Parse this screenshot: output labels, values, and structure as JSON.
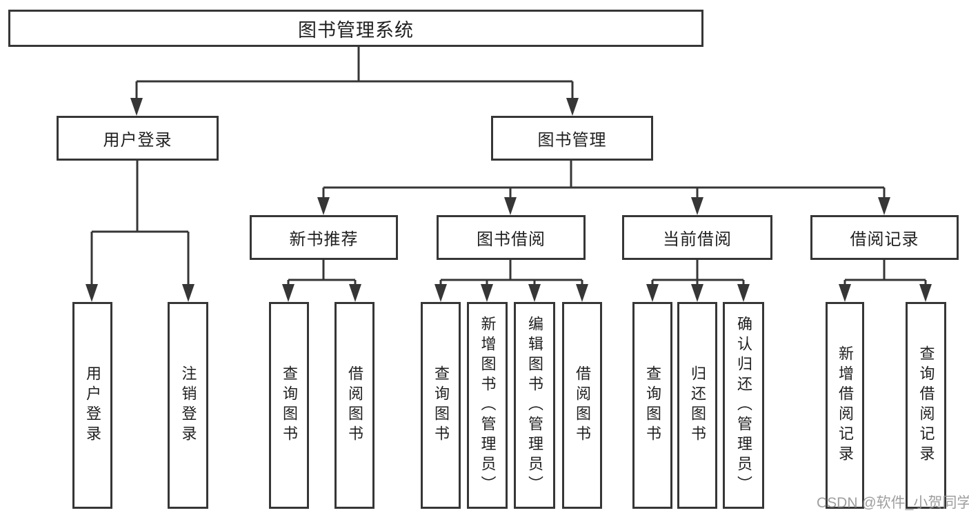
{
  "tree": {
    "root": {
      "label": "图书管理系统"
    },
    "branches": [
      {
        "label": "用户登录",
        "children": [
          {
            "label": "用户登录"
          },
          {
            "label": "注销登录"
          }
        ]
      },
      {
        "label": "图书管理",
        "children": [
          {
            "label": "新书推荐",
            "children": [
              {
                "label": "查询图书"
              },
              {
                "label": "借阅图书"
              }
            ]
          },
          {
            "label": "图书借阅",
            "children": [
              {
                "label": "查询图书"
              },
              {
                "label": "新增图书（管理员）"
              },
              {
                "label": "编辑图书（管理员）"
              },
              {
                "label": "借阅图书"
              }
            ]
          },
          {
            "label": "当前借阅",
            "children": [
              {
                "label": "查询图书"
              },
              {
                "label": "归还图书"
              },
              {
                "label": "确认归还（管理员）"
              }
            ]
          },
          {
            "label": "借阅记录",
            "children": [
              {
                "label": "新增借阅记录"
              },
              {
                "label": "查询借阅记录"
              }
            ]
          }
        ]
      }
    ]
  },
  "watermark": "CSDN @软件_小贺同学",
  "colors": {
    "line": "#363636",
    "box_border": "#363636",
    "box_background": "#ffffff",
    "text": "#1f1f1f",
    "watermark_text": "#919191",
    "background": "#ffffff"
  }
}
